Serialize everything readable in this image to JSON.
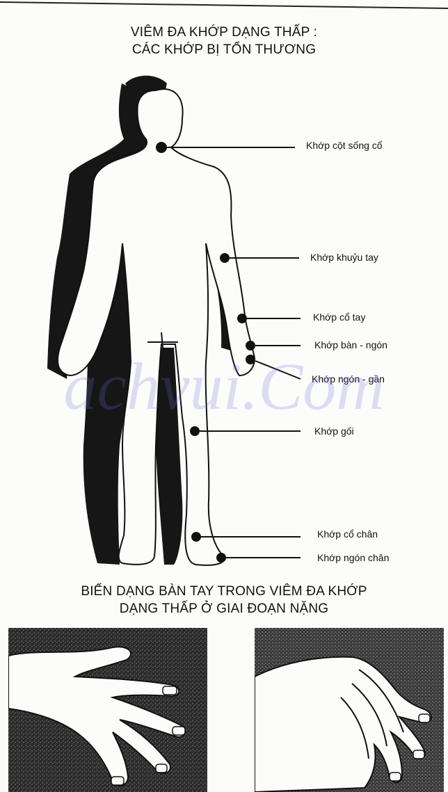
{
  "figure": {
    "title_lines": [
      "VIÊM ĐA KHỚP DẠNG THẤP :",
      "CÁC KHỚP BỊ TỔN THƯƠNG"
    ],
    "joint_labels": [
      "Khớp cột sống cổ",
      "Khớp khuỷu tay",
      "Khớp cổ tay",
      "Khớp bàn - ngón",
      "Khớp ngón - gần",
      "Khớp gối",
      "Khớp cổ chân",
      "Khớp ngón chân"
    ]
  },
  "hands_section": {
    "title_lines": [
      "BIẾN DẠNG BÀN TAY TRONG VIÊM ĐA KHỚP",
      "DẠNG THẤP Ở GIAI ĐOẠN NẶNG"
    ]
  },
  "watermark": "achvui.Com"
}
